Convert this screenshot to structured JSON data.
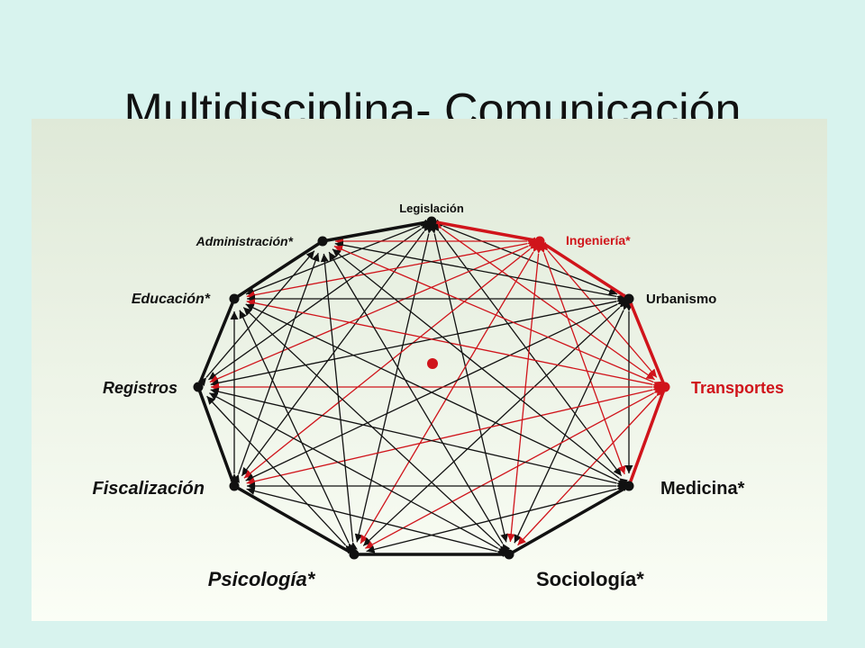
{
  "slide": {
    "title": "Multidisciplina- Comunicación",
    "background_color": "#d8f3ee",
    "panel_gradient_top": "#dfe9d8",
    "panel_gradient_bottom": "#fbfef6"
  },
  "diagram": {
    "colors": {
      "normal": "#111111",
      "highlight": "#d0141b"
    },
    "nodes": [
      {
        "id": "legislacion",
        "label": "Legislación",
        "highlight": false
      },
      {
        "id": "ingenieria",
        "label": "Ingeniería*",
        "highlight": true
      },
      {
        "id": "urbanismo",
        "label": "Urbanismo",
        "highlight": false
      },
      {
        "id": "transportes",
        "label": "Transportes",
        "highlight": true
      },
      {
        "id": "medicina",
        "label": "Medicina*",
        "highlight": false
      },
      {
        "id": "sociologia",
        "label": "Sociología*",
        "highlight": false
      },
      {
        "id": "psicologia",
        "label": "Psicología*",
        "highlight": false
      },
      {
        "id": "fiscalizacion",
        "label": "Fiscalización",
        "highlight": false
      },
      {
        "id": "registros",
        "label": "Registros",
        "highlight": false
      },
      {
        "id": "educacion",
        "label": "Educación*",
        "highlight": false
      },
      {
        "id": "administracion",
        "label": "Administración*",
        "highlight": false
      }
    ]
  }
}
